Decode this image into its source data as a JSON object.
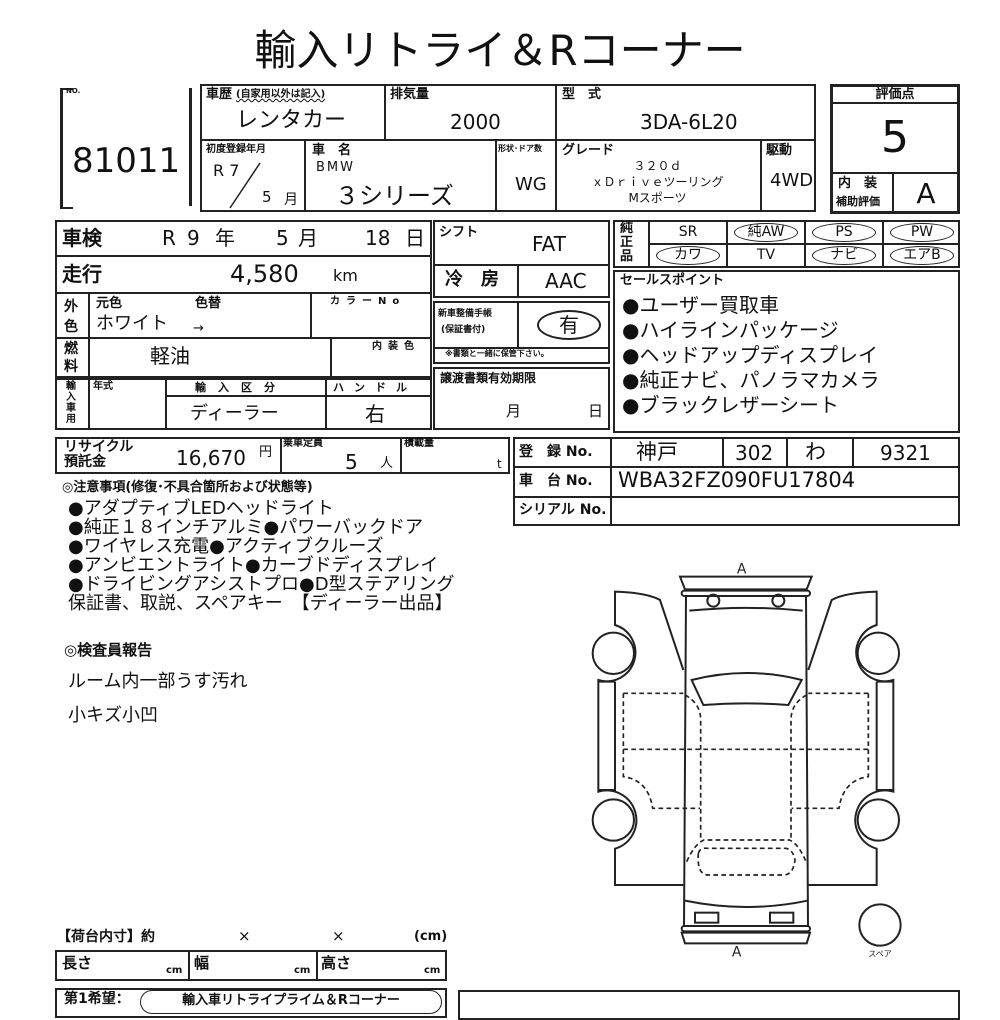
{
  "title": "輸入リトライ＆Rコーナー",
  "lot": {
    "no_label": "NO.",
    "number": "81011"
  },
  "history": {
    "label": "車歴",
    "note": "(自家用以外は記入)",
    "value": "レンタカー"
  },
  "displacement": {
    "label": "排気量",
    "value": "2000"
  },
  "model_code": {
    "label": "型　式",
    "value": "3DA-6L20"
  },
  "first_reg": {
    "label": "初度登録年月",
    "era": "R 7",
    "month": "5",
    "month_unit": "月"
  },
  "car_name": {
    "label": "車　名",
    "maker": "BMW",
    "value": "３シリーズ"
  },
  "body_type": {
    "label": "形状･ドア数",
    "value": "WG"
  },
  "grade": {
    "label": "グレード",
    "lines": [
      "３２０ｄ",
      "ｘＤｒｉｖｅツーリング",
      "Mスポーツ"
    ]
  },
  "drive": {
    "label": "駆動",
    "value": "4WD"
  },
  "score": {
    "label": "評価点",
    "value": "5",
    "interior_label_1": "内　装",
    "interior_label_2": "補助評価",
    "interior_value": "A"
  },
  "inspection": {
    "label": "車検",
    "era": "R",
    "year": "9",
    "year_unit": "年",
    "month": "5",
    "month_unit": "月",
    "day": "18",
    "day_unit": "日"
  },
  "mileage": {
    "label": "走行",
    "value": "4,580",
    "unit": "km"
  },
  "exterior": {
    "label": "外色",
    "orig_label": "元色",
    "change_label": "色替",
    "value": "ホワイト",
    "arrow": "→",
    "color_no_label": "カラーNo"
  },
  "fuel": {
    "label": "燃料",
    "value": "軽油",
    "interior_color_label": "内装色"
  },
  "import": {
    "label": "輸入車用",
    "year_label": "年式",
    "type_label": "輸入区分",
    "type_value": "ディーラー",
    "handle_label": "ハンドル",
    "handle_value": "右"
  },
  "recycle": {
    "label_1": "リサイクル",
    "label_2": "預託金",
    "value": "16,670",
    "unit": "円"
  },
  "capacity": {
    "label": "乗車定員",
    "value": "5",
    "unit": "人"
  },
  "load": {
    "label": "積載量",
    "unit": "t"
  },
  "shift": {
    "label": "シフト",
    "value": "FAT"
  },
  "aircon": {
    "label": "冷　房",
    "value": "AAC"
  },
  "manual": {
    "label_1": "新車整備手帳",
    "label_2": "(保証書付)",
    "value": "有",
    "note": "※書類と一緒に保管下さい。"
  },
  "transfer": {
    "label": "譲渡書類有効期限",
    "month_unit": "月",
    "day_unit": "日"
  },
  "equipment": {
    "label": "純正品",
    "items": [
      {
        "label": "SR",
        "circled": false
      },
      {
        "label": "純AW",
        "circled": true
      },
      {
        "label": "PS",
        "circled": true
      },
      {
        "label": "PW",
        "circled": true
      },
      {
        "label": "カワ",
        "circled": true
      },
      {
        "label": "TV",
        "circled": false
      },
      {
        "label": "ナビ",
        "circled": true
      },
      {
        "label": "エアB",
        "circled": true
      }
    ]
  },
  "sales_points": {
    "label": "セールスポイント",
    "items": [
      "●ユーザー買取車",
      "●ハイラインパッケージ",
      "●ヘッドアップディスプレイ",
      "●純正ナビ、パノラマカメラ",
      "●ブラックレザーシート"
    ]
  },
  "registration": {
    "label": "登　録 No.",
    "area": "神戸",
    "class": "302",
    "kana": "わ",
    "number": "9321"
  },
  "chassis": {
    "label": "車　台 No.",
    "value": "WBA32FZ090FU17804"
  },
  "serial": {
    "label": "シリアル No."
  },
  "notes": {
    "label": "◎注意事項(修復･不具合箇所および状態等)",
    "lines": [
      "●アダプティブLEDヘッドライト",
      "●純正１８インチアルミ●パワーバックドア",
      "●ワイヤレス充電●アクティブクルーズ",
      "●アンビエントライト●カーブドディスプレイ",
      "●ドライビングアシストプロ●D型ステアリング",
      "保証書、取説、スペアキー　【ディーラー出品】"
    ]
  },
  "inspector": {
    "label": "◎検査員報告",
    "lines": [
      "ルーム内一部うす汚れ",
      "小キズ小凹"
    ]
  },
  "diagram": {
    "front_label": "A",
    "rear_label": "A",
    "spare_label": "スペア"
  },
  "cargo": {
    "label": "【荷台内寸】約",
    "x1": "×",
    "x2": "×",
    "unit": "(cm)",
    "length_label": "長さ",
    "width_label": "幅",
    "height_label": "高さ",
    "cm": "cm"
  },
  "bottom": {
    "first_choice_label": "第1希望：",
    "first_choice_value": "輸入車リトライプライム＆Rコーナー"
  }
}
